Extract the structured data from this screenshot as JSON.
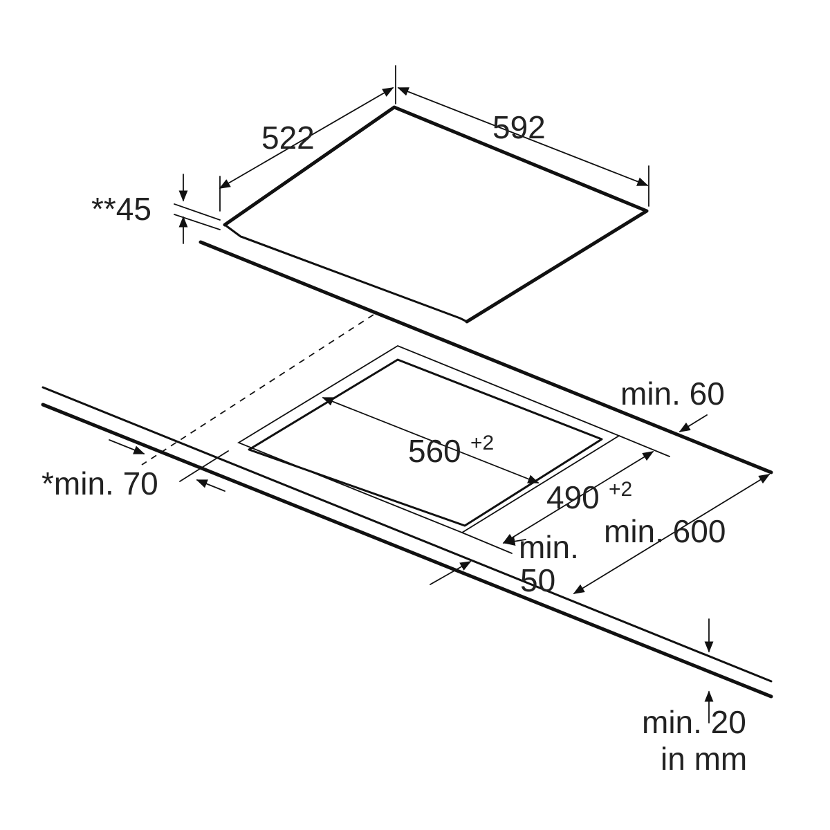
{
  "labels": {
    "hob_depth": "522",
    "hob_width": "592",
    "hob_height": "**45",
    "cutout_width": "560",
    "cutout_width_tol": "+2",
    "cutout_depth": "490",
    "cutout_depth_tol": "+2",
    "rear_min": "min. 60",
    "side_min": "*min. 70",
    "front_min_line1": "min.",
    "front_min_line2": "50",
    "worktop_depth_min": "min. 600",
    "worktop_thickness_min": "min. 20",
    "units": "in mm"
  },
  "colors": {
    "line": "#111111",
    "text": "#222222",
    "background": "#ffffff"
  }
}
